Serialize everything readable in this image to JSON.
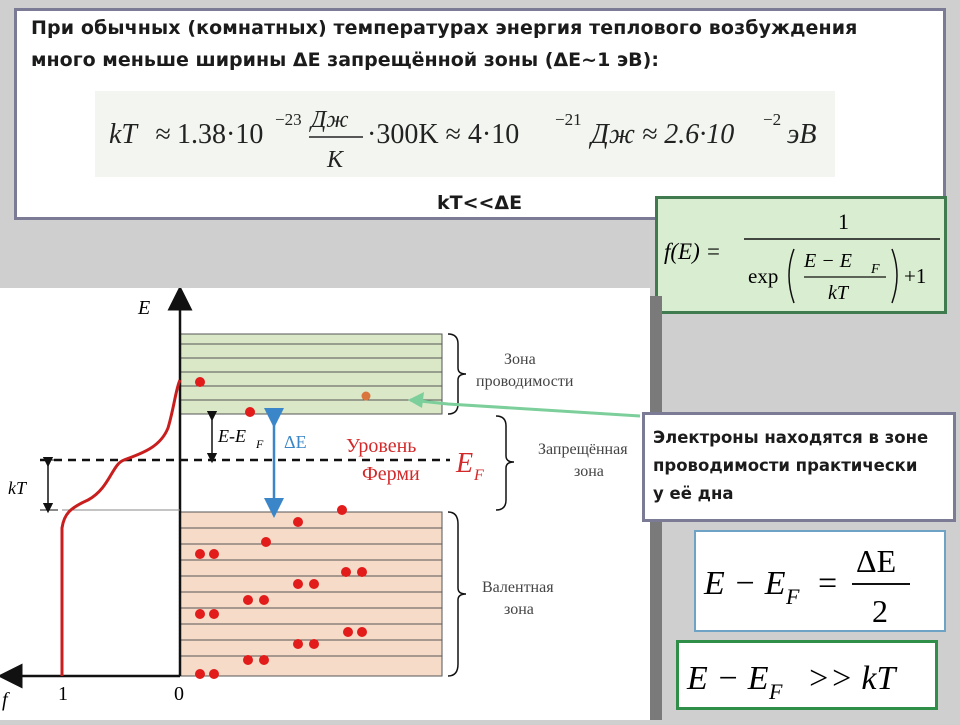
{
  "top": {
    "line1": "При обычных (комнатных) температурах энергия теплового возбуждения",
    "line2": "много меньше ширины ΔE запрещённой зоны (ΔE~1 эВ):",
    "formula": {
      "kT": "kT",
      "approx": "≈",
      "c1": "1.38·10",
      "e1": "−23",
      "unit_num": "Дж",
      "unit_den": "K",
      "mid": "·300K ≈ 4·10",
      "e2": "−21",
      "mid2": "Дж ≈ 2.6·10",
      "e3": "−2",
      "tail": "эВ"
    },
    "conclusion": "kT<<ΔE"
  },
  "fermi_formula": {
    "lhs": "f(E) =",
    "numerator": "1",
    "exp": "exp",
    "inner_num": "E − E",
    "inner_sub": "F",
    "inner_den": "kT",
    "plus": "+1"
  },
  "diagram": {
    "axis_e": "E",
    "axis_f": "f",
    "tick_1": "1",
    "tick_0": "0",
    "kt_label": "kT",
    "e_minus_ef": "E-E",
    "e_minus_ef_sub": "F",
    "delta_e": "ΔE",
    "fermi_level_line1": "Уровень",
    "fermi_level_line2": "Ферми",
    "ef": "E",
    "ef_sub": "F",
    "conduction_band_line1": "Зона",
    "conduction_band_line2": "проводимости",
    "forbidden_band_line1": "Запрещённая",
    "forbidden_band_line2": "зона",
    "valence_band_line1": "Валентная",
    "valence_band_line2": "зона",
    "colors": {
      "conduction": "#dbe8c8",
      "valence": "#f6dcc8",
      "electron": "#e21b1b",
      "curve": "#c81e1e",
      "arrow": "#3a86c8"
    }
  },
  "note": {
    "line1": "Электроны находятся в зоне",
    "line2": "проводимости практически",
    "line3": "у её дна"
  },
  "eq1": {
    "lhs": "E − E",
    "sub": "F",
    "eq": "=",
    "num": "ΔE",
    "den": "2"
  },
  "eq2": {
    "lhs": "E − E",
    "sub": "F",
    "rhs": ">> kT"
  }
}
